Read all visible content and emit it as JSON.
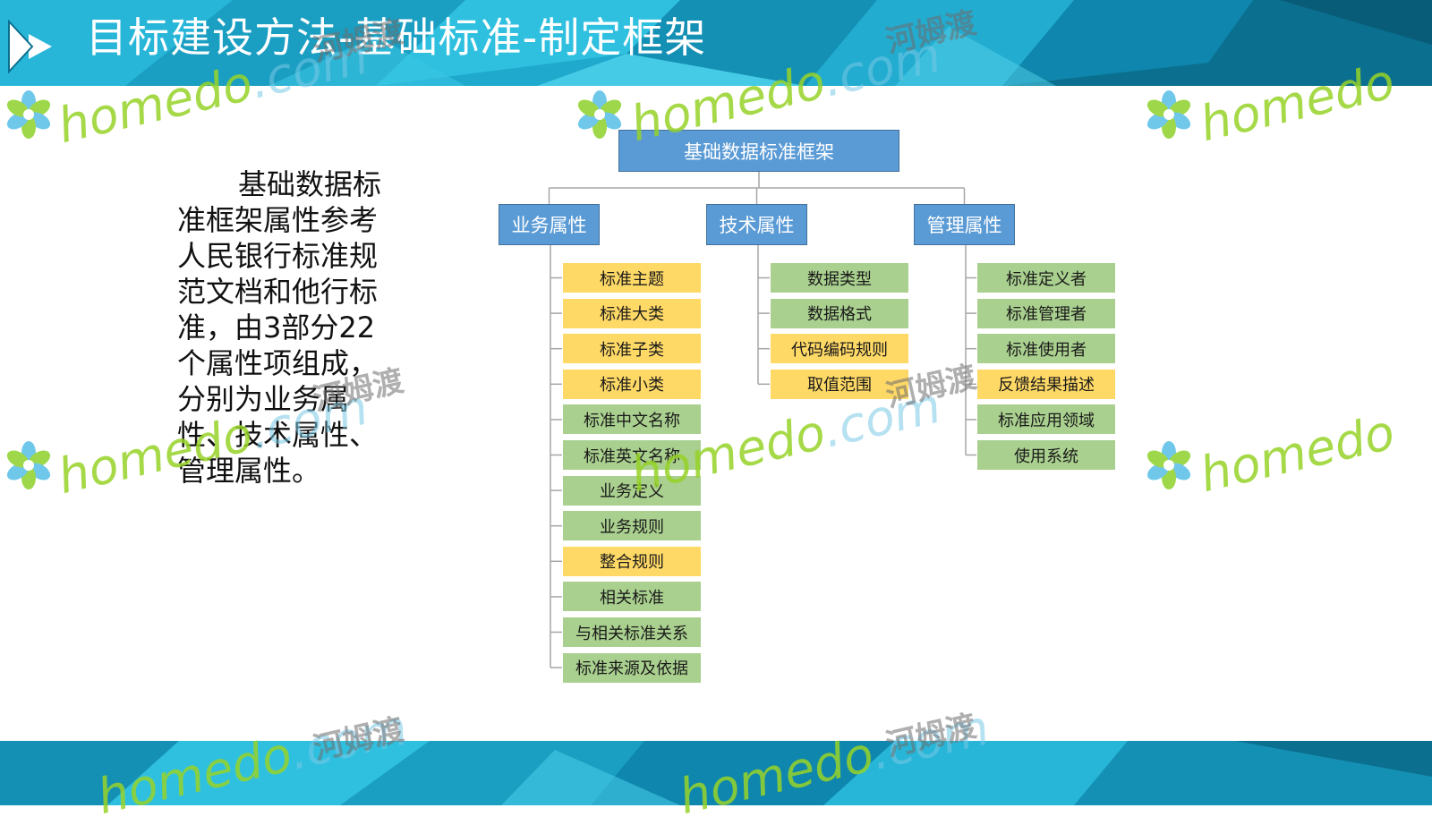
{
  "slide": {
    "title": "目标建设方法-基础标准-制定框架",
    "description": "基础数据标准框架属性参考人民银行标准规范文档和他行标准，由3部分22个属性项组成，分别为业务属性、技术属性、管理属性。"
  },
  "diagram": {
    "root": "基础数据标准框架",
    "categories": [
      {
        "label": "业务属性",
        "items": [
          {
            "label": "标准主题",
            "color": "orange"
          },
          {
            "label": "标准大类",
            "color": "orange"
          },
          {
            "label": "标准子类",
            "color": "orange"
          },
          {
            "label": "标准小类",
            "color": "orange"
          },
          {
            "label": "标准中文名称",
            "color": "green"
          },
          {
            "label": "标准英文名称",
            "color": "green"
          },
          {
            "label": "业务定义",
            "color": "green"
          },
          {
            "label": "业务规则",
            "color": "green"
          },
          {
            "label": "整合规则",
            "color": "orange"
          },
          {
            "label": "相关标准",
            "color": "green"
          },
          {
            "label": "与相关标准关系",
            "color": "green"
          },
          {
            "label": "标准来源及依据",
            "color": "green"
          }
        ]
      },
      {
        "label": "技术属性",
        "items": [
          {
            "label": "数据类型",
            "color": "green"
          },
          {
            "label": "数据格式",
            "color": "green"
          },
          {
            "label": "代码编码规则",
            "color": "orange"
          },
          {
            "label": "取值范围",
            "color": "orange"
          }
        ]
      },
      {
        "label": "管理属性",
        "items": [
          {
            "label": "标准定义者",
            "color": "green"
          },
          {
            "label": "标准管理者",
            "color": "green"
          },
          {
            "label": "标准使用者",
            "color": "green"
          },
          {
            "label": "反馈结果描述",
            "color": "orange"
          },
          {
            "label": "标准应用领域",
            "color": "green"
          },
          {
            "label": "使用系统",
            "color": "green"
          }
        ]
      }
    ]
  },
  "colors": {
    "banner_primary": "#1fa9cc",
    "banner_dark": "#0b6f8f",
    "node_blue": "#5b9bd5",
    "leaf_green": "#a9d08e",
    "leaf_orange": "#ffd966",
    "connector": "#a6a6a6"
  },
  "watermark": {
    "latin": "homedo",
    "domain": ".com",
    "chinese": "河姆渡",
    "flower_icon": "homedo-flower-logo"
  }
}
